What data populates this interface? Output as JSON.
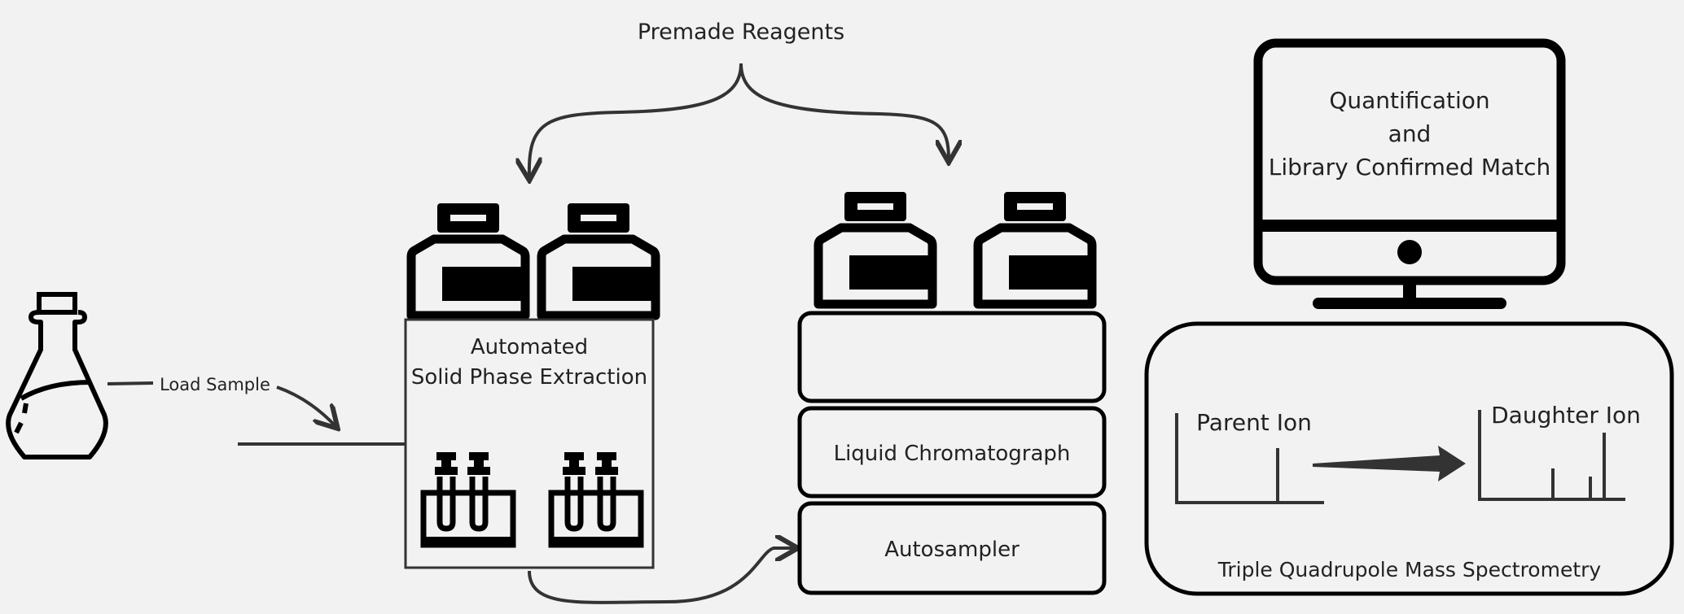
{
  "colors": {
    "background": "#f2f2f2",
    "ink": "#000000",
    "line": "#333333",
    "text": "#222222"
  },
  "labels": {
    "premade_reagents": "Premade Reagents",
    "load_sample": "Load Sample",
    "spe_line1": "Automated",
    "spe_line2": "Solid Phase Extraction",
    "lc": "Liquid Chromatograph",
    "autosampler": "Autosampler",
    "quant_line1": "Quantification",
    "quant_line2": "and",
    "quant_line3": "Library Confirmed Match",
    "parent_ion": "Parent Ion",
    "daughter_ion": "Daughter Ion",
    "ms": "Triple Quadrupole Mass Spectrometry"
  },
  "icons": [
    "flask-icon",
    "reagent-bottle-icon",
    "test-tube-rack-icon",
    "computer-monitor-icon"
  ]
}
